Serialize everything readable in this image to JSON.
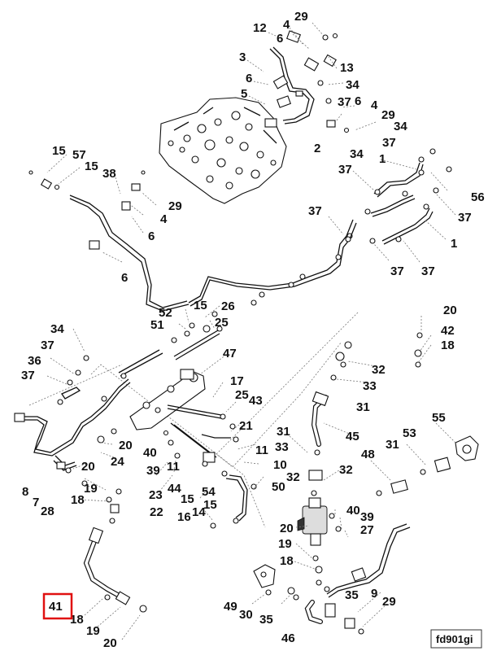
{
  "figure_ref": "fd901gi",
  "highlighted_callout": "41",
  "callouts": [
    {
      "id": "c-29a",
      "text": "29"
    },
    {
      "id": "c-12",
      "text": "12"
    },
    {
      "id": "c-4a",
      "text": "4"
    },
    {
      "id": "c-6a",
      "text": "6"
    },
    {
      "id": "c-13",
      "text": "13"
    },
    {
      "id": "c-3",
      "text": "3"
    },
    {
      "id": "c-6b",
      "text": "6"
    },
    {
      "id": "c-34a",
      "text": "34"
    },
    {
      "id": "c-5",
      "text": "5"
    },
    {
      "id": "c-37a",
      "text": "37"
    },
    {
      "id": "c-6c",
      "text": "6"
    },
    {
      "id": "c-4b",
      "text": "4"
    },
    {
      "id": "c-29b",
      "text": "29"
    },
    {
      "id": "c-34b",
      "text": "34"
    },
    {
      "id": "c-2",
      "text": "2"
    },
    {
      "id": "c-34c",
      "text": "34"
    },
    {
      "id": "c-37b",
      "text": "37"
    },
    {
      "id": "c-15a",
      "text": "15"
    },
    {
      "id": "c-57",
      "text": "57"
    },
    {
      "id": "c-15b",
      "text": "15"
    },
    {
      "id": "c-38",
      "text": "38"
    },
    {
      "id": "c-37c",
      "text": "37"
    },
    {
      "id": "c-1a",
      "text": "1"
    },
    {
      "id": "c-29c",
      "text": "29"
    },
    {
      "id": "c-56",
      "text": "56"
    },
    {
      "id": "c-4c",
      "text": "4"
    },
    {
      "id": "c-37d",
      "text": "37"
    },
    {
      "id": "c-37e",
      "text": "37"
    },
    {
      "id": "c-6d",
      "text": "6"
    },
    {
      "id": "c-1b",
      "text": "1"
    },
    {
      "id": "c-6e",
      "text": "6"
    },
    {
      "id": "c-37f",
      "text": "37"
    },
    {
      "id": "c-37g",
      "text": "37"
    },
    {
      "id": "c-26",
      "text": "26"
    },
    {
      "id": "c-15c",
      "text": "15"
    },
    {
      "id": "c-52",
      "text": "52"
    },
    {
      "id": "c-20a",
      "text": "20"
    },
    {
      "id": "c-51",
      "text": "51"
    },
    {
      "id": "c-25a",
      "text": "25"
    },
    {
      "id": "c-42",
      "text": "42"
    },
    {
      "id": "c-34d",
      "text": "34"
    },
    {
      "id": "c-18a",
      "text": "18"
    },
    {
      "id": "c-37h",
      "text": "37"
    },
    {
      "id": "c-47",
      "text": "47"
    },
    {
      "id": "c-32a",
      "text": "32"
    },
    {
      "id": "c-36",
      "text": "36"
    },
    {
      "id": "c-37i",
      "text": "37"
    },
    {
      "id": "c-17",
      "text": "17"
    },
    {
      "id": "c-33a",
      "text": "33"
    },
    {
      "id": "c-25b",
      "text": "25"
    },
    {
      "id": "c-43",
      "text": "43"
    },
    {
      "id": "c-31a",
      "text": "31"
    },
    {
      "id": "c-21",
      "text": "21"
    },
    {
      "id": "c-55",
      "text": "55"
    },
    {
      "id": "c-45",
      "text": "45"
    },
    {
      "id": "c-31b",
      "text": "31"
    },
    {
      "id": "c-53",
      "text": "53"
    },
    {
      "id": "c-20b",
      "text": "20"
    },
    {
      "id": "c-33b",
      "text": "33"
    },
    {
      "id": "c-40a",
      "text": "40"
    },
    {
      "id": "c-11a",
      "text": "11"
    },
    {
      "id": "c-48",
      "text": "48"
    },
    {
      "id": "c-31c",
      "text": "31"
    },
    {
      "id": "c-24",
      "text": "24"
    },
    {
      "id": "c-20c",
      "text": "20"
    },
    {
      "id": "c-39a",
      "text": "39"
    },
    {
      "id": "c-11b",
      "text": "11"
    },
    {
      "id": "c-10",
      "text": "10"
    },
    {
      "id": "c-32b",
      "text": "32"
    },
    {
      "id": "c-19a",
      "text": "19"
    },
    {
      "id": "c-50",
      "text": "50"
    },
    {
      "id": "c-32c",
      "text": "32"
    },
    {
      "id": "c-8",
      "text": "8"
    },
    {
      "id": "c-44",
      "text": "44"
    },
    {
      "id": "c-54",
      "text": "54"
    },
    {
      "id": "c-23",
      "text": "23"
    },
    {
      "id": "c-15d",
      "text": "15"
    },
    {
      "id": "c-7",
      "text": "7"
    },
    {
      "id": "c-18b",
      "text": "18"
    },
    {
      "id": "c-15e",
      "text": "15"
    },
    {
      "id": "c-28",
      "text": "28"
    },
    {
      "id": "c-22",
      "text": "22"
    },
    {
      "id": "c-40b",
      "text": "40"
    },
    {
      "id": "c-16",
      "text": "16"
    },
    {
      "id": "c-14",
      "text": "14"
    },
    {
      "id": "c-39b",
      "text": "39"
    },
    {
      "id": "c-27",
      "text": "27"
    },
    {
      "id": "c-20d",
      "text": "20"
    },
    {
      "id": "c-19b",
      "text": "19"
    },
    {
      "id": "c-18c",
      "text": "18"
    },
    {
      "id": "c-41",
      "text": "41"
    },
    {
      "id": "c-9",
      "text": "9"
    },
    {
      "id": "c-49",
      "text": "49"
    },
    {
      "id": "c-30",
      "text": "30"
    },
    {
      "id": "c-35a",
      "text": "35"
    },
    {
      "id": "c-29d",
      "text": "29"
    },
    {
      "id": "c-35b",
      "text": "35"
    },
    {
      "id": "c-18d",
      "text": "18"
    },
    {
      "id": "c-19c",
      "text": "19"
    },
    {
      "id": "c-46",
      "text": "46"
    },
    {
      "id": "c-20e",
      "text": "20"
    }
  ],
  "colors": {
    "highlight": "#e01010",
    "line": "#111111",
    "background": "#ffffff"
  }
}
